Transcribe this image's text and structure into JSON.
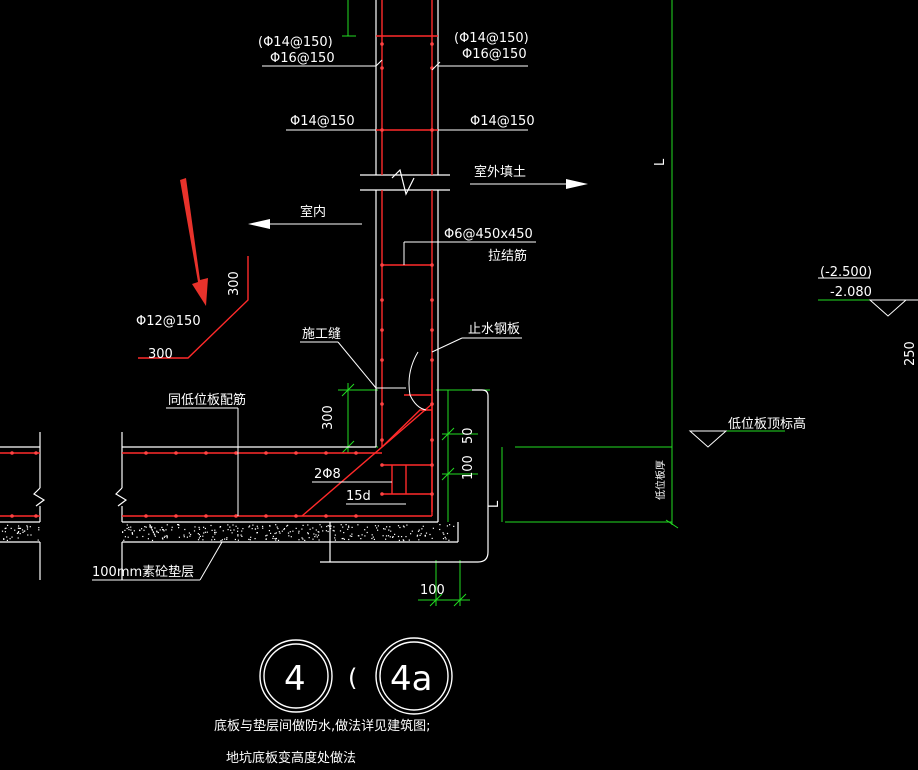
{
  "colors": {
    "background": "#000000",
    "rebar": "#ff2a2a",
    "dimension": "#22dd22",
    "text": "#ffffff",
    "arrow_annotation": "#e8322b"
  },
  "labels": {
    "top_left_bar_a": "(Φ14@150)",
    "top_left_bar_b": "Φ16@150",
    "top_right_bar_a": "(Φ14@150)",
    "top_right_bar_b": "Φ16@150",
    "mid_left_bar": "Φ14@150",
    "mid_right_bar": "Φ14@150",
    "outdoor_fill": "室外填土",
    "indoor": "室内",
    "tie_bar_spec": "Φ6@450x450",
    "tie_bar": "拉结筋",
    "corner_bar": "Φ12@150",
    "corner_len_vertical": "300",
    "corner_len_horizontal": "300",
    "construction_joint": "施工缝",
    "water_stop": "止水钢板",
    "slab_rebar": "同低位板配筋",
    "dim_300": "300",
    "dim_50": "50",
    "dim_100_vertical": "100",
    "bars_2phi8": "2Φ8",
    "anchor_15d": "15d",
    "pad_layer": "100mm素砼垫层",
    "dim_100": "100",
    "dim_L_vertical": "L",
    "dim_L_horizontal": "L",
    "elev_a": "(-2.500)",
    "elev_b": "-2.080",
    "elev_side": "250",
    "low_slab_top": "低位板顶标高",
    "low_slab_thickness": "低位板厚",
    "detail_4": "4",
    "detail_paren": "(",
    "detail_4a": "4a",
    "note_line1": "底板与垫层间做防水,做法详见建筑图;",
    "note_line2": "地坑底板变高度处做法"
  }
}
